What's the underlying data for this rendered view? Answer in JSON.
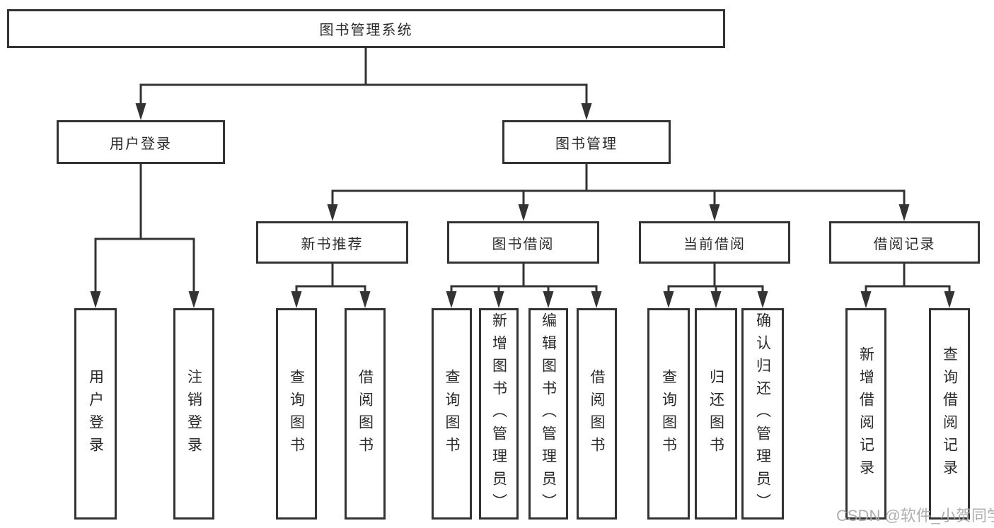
{
  "tree": {
    "root": {
      "label": "图书管理系统"
    },
    "branches": [
      {
        "label": "用户登录",
        "leaves": [
          {
            "label": "用户登录"
          },
          {
            "label": "注销登录"
          }
        ]
      },
      {
        "label": "图书管理",
        "groups": [
          {
            "label": "新书推荐",
            "leaves": [
              {
                "label": "查询图书"
              },
              {
                "label": "借阅图书"
              }
            ]
          },
          {
            "label": "图书借阅",
            "leaves": [
              {
                "label": "查询图书"
              },
              {
                "label": "新增图书（管理员）"
              },
              {
                "label": "编辑图书（管理员）"
              },
              {
                "label": "借阅图书"
              }
            ]
          },
          {
            "label": "当前借阅",
            "leaves": [
              {
                "label": "查询图书"
              },
              {
                "label": "归还图书"
              },
              {
                "label": "确认归还（管理员）"
              }
            ]
          },
          {
            "label": "借阅记录",
            "leaves": [
              {
                "label": "新增借阅记录"
              },
              {
                "label": "查询借阅记录"
              }
            ]
          }
        ]
      }
    ]
  },
  "watermark": {
    "text": "CSDN @软件_小贺同学"
  },
  "colors": {
    "line": "#333333",
    "box_border": "#333333",
    "text": "#2a2a2a",
    "watermark": "#a8a8a8",
    "background": "#ffffff"
  }
}
